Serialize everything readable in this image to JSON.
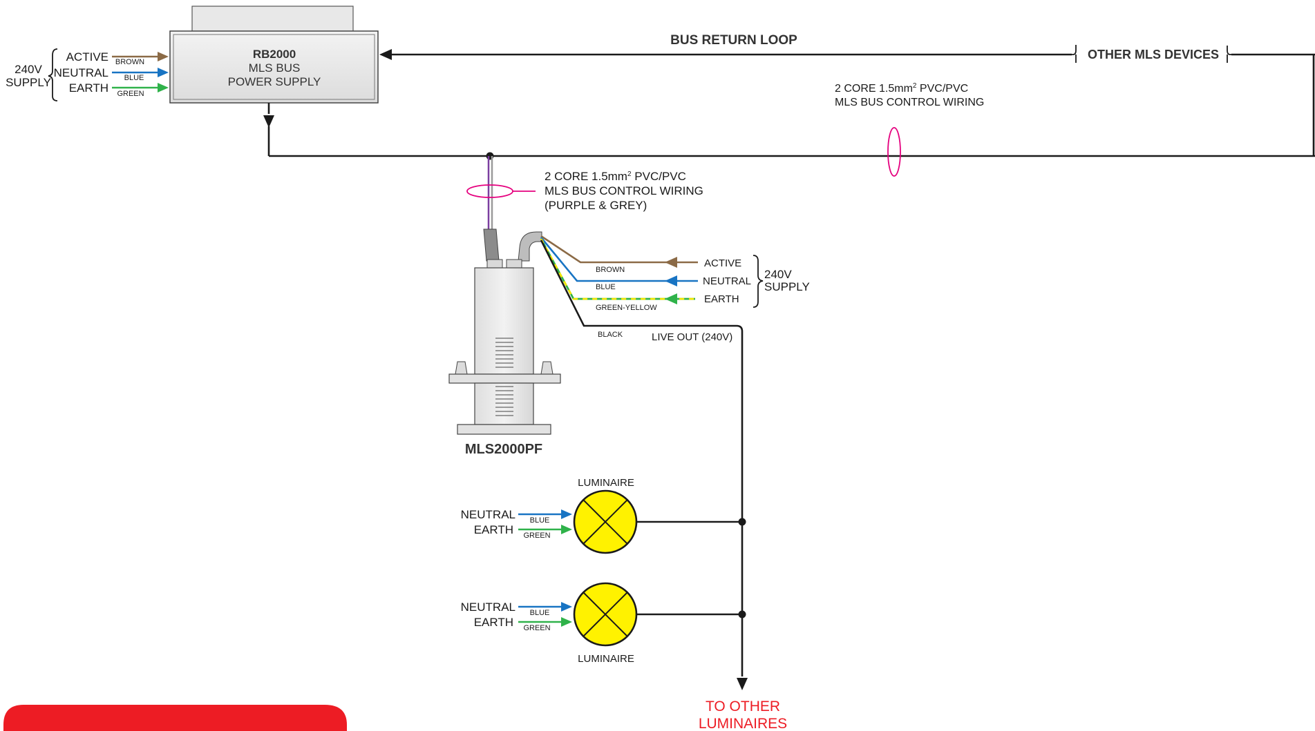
{
  "colors": {
    "brown": "#8b6a46",
    "blue": "#1874c3",
    "green": "#2fb24a",
    "yellow": "#f2e600",
    "black": "#1a1a1a",
    "magenta": "#e5007e",
    "purple": "#7b3fa0",
    "grey": "#9a9a9a",
    "red": "#ed1c24",
    "lamp_fill": "#fff200",
    "device_grey": "#e6e6e6"
  },
  "power_supply": {
    "model": "RB2000",
    "line1": "MLS BUS",
    "line2": "POWER SUPPLY",
    "supply_voltage": "240V",
    "supply_word": "SUPPLY",
    "active": "ACTIVE",
    "neutral": "NEUTRAL",
    "earth": "EARTH",
    "brown": "BROWN",
    "blue": "BLUE",
    "green": "GREEN"
  },
  "bus": {
    "return_loop": "BUS RETURN LOOP",
    "other_devices": "OTHER MLS DEVICES",
    "cable1_line1": "2 CORE 1.5mm",
    "cable1_sup": "2",
    "cable1_line1_tail": " PVC/PVC",
    "cable1_line2": "MLS BUS CONTROL WIRING",
    "cable2_line1": "2 CORE 1.5mm",
    "cable2_sup": "2",
    "cable2_line1_tail": " PVC/PVC",
    "cable2_line2": "MLS BUS CONTROL WIRING",
    "cable2_line3": "(PURPLE & GREY)"
  },
  "controller": {
    "model": "MLS2000PF",
    "active": "ACTIVE",
    "neutral": "NEUTRAL",
    "earth": "EARTH",
    "brown": "BROWN",
    "blue": "BLUE",
    "green_yellow": "GREEN-YELLOW",
    "black": "BLACK",
    "live_out": "LIVE OUT (240V)",
    "supply_voltage": "240V",
    "supply_word": "SUPPLY"
  },
  "luminaires": [
    {
      "label": "LUMINAIRE",
      "neutral": "NEUTRAL",
      "earth": "EARTH",
      "blue": "BLUE",
      "green": "GREEN"
    },
    {
      "label": "LUMINAIRE",
      "neutral": "NEUTRAL",
      "earth": "EARTH",
      "blue": "BLUE",
      "green": "GREEN"
    }
  ],
  "to_other": {
    "line1": "TO OTHER",
    "line2": "LUMINAIRES"
  }
}
